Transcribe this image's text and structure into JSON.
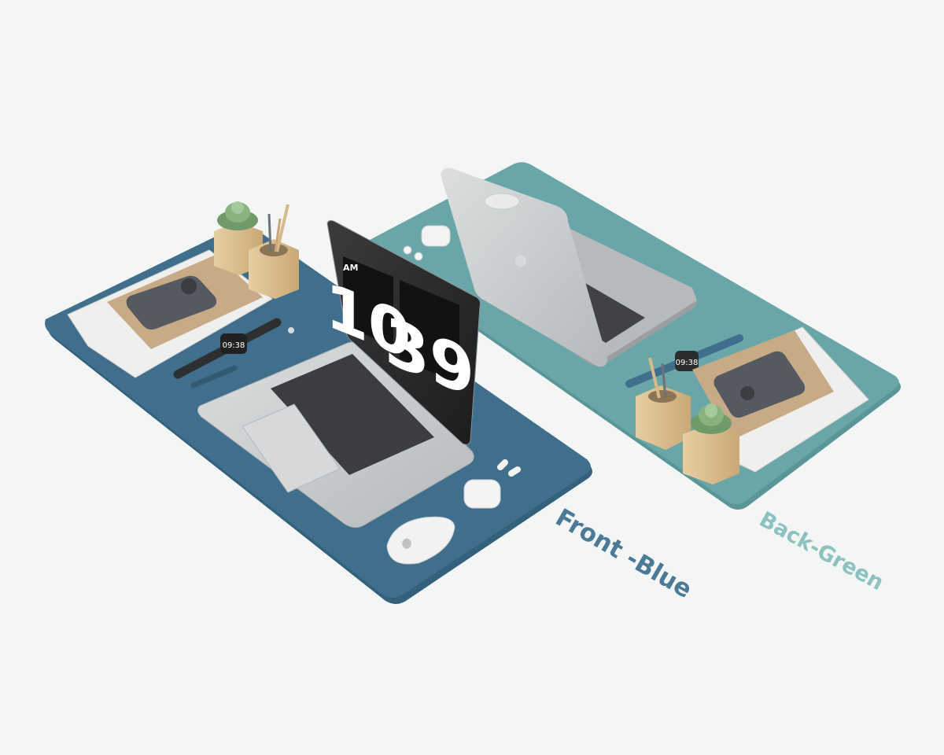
{
  "scene": {
    "colors": {
      "background": "#f4f5f5",
      "blue_mat": "#3f6f8c",
      "green_mat": "#6aa6a8",
      "laptop_silver": "#c9cbcd",
      "wood": "#dcc293",
      "succulent": "#6f9a6a",
      "notebook_kraft": "#c8ab86",
      "phone": "#545a60"
    },
    "clock": {
      "period": "AM",
      "hours": "10",
      "minutes": "39"
    },
    "labels": {
      "front": "Front -Blue",
      "back": "Back-Green",
      "front_color": "#4a7a95",
      "back_color": "#8cc2bf"
    },
    "watch_time_front": "09:38",
    "watch_time_back": "09:38"
  }
}
